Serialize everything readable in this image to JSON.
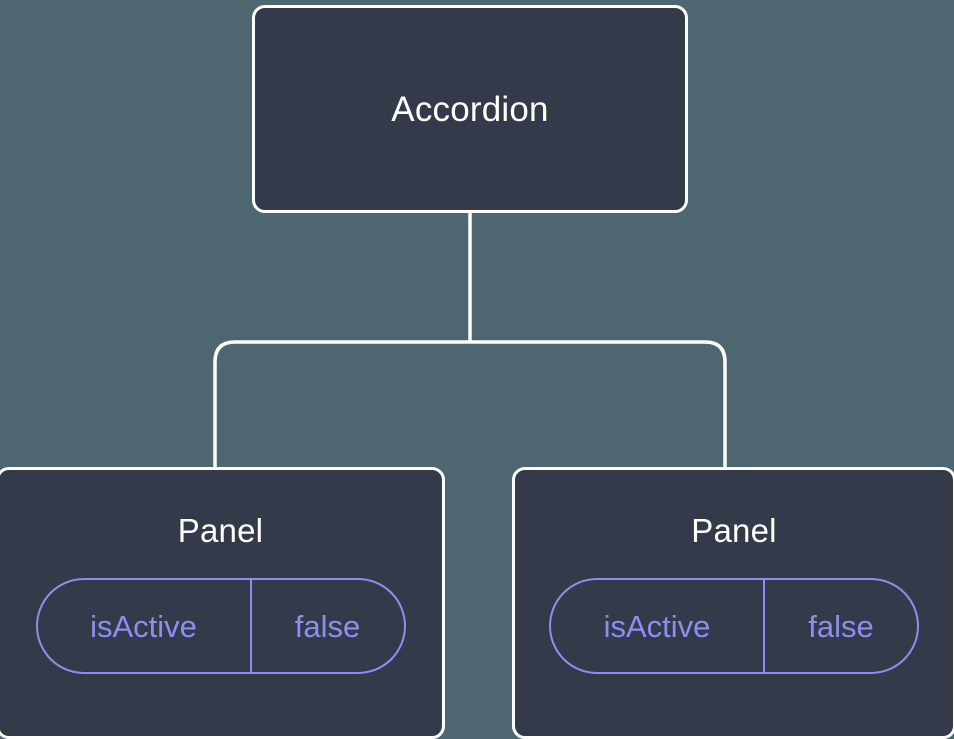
{
  "theme": {
    "background": "#4d6670",
    "node_fill": "#343a49",
    "node_border": "#ffffff",
    "node_text": "#ffffff",
    "edge_color": "#ffffff",
    "prop_accent": "#8b8ff0"
  },
  "diagram": {
    "type": "component-tree",
    "root": {
      "label": "Accordion"
    },
    "children": [
      {
        "label": "Panel",
        "props": [
          {
            "key": "isActive",
            "value": "false"
          }
        ]
      },
      {
        "label": "Panel",
        "props": [
          {
            "key": "isActive",
            "value": "false"
          }
        ]
      }
    ]
  }
}
